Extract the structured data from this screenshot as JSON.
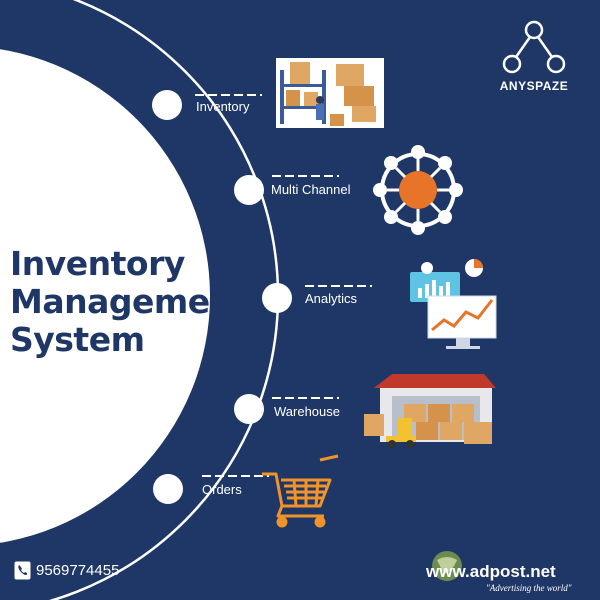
{
  "title": {
    "line1": "Inventory",
    "line2": "Management",
    "line3": "System"
  },
  "items": [
    {
      "label": "Inventory",
      "icon": "shelves-boxes-icon"
    },
    {
      "label": "Multi Channel",
      "icon": "hub-network-icon"
    },
    {
      "label": "Analytics",
      "icon": "analytics-chart-icon"
    },
    {
      "label": "Warehouse",
      "icon": "warehouse-forklift-icon"
    },
    {
      "label": "Orders",
      "icon": "shopping-cart-icon"
    }
  ],
  "brand": {
    "name": "ANYSPAZE",
    "icon": "anyspaze-logo-icon"
  },
  "contact": {
    "phone": "9569774455",
    "icon": "phone-icon"
  },
  "watermark": {
    "site": "www.adpost.net",
    "tagline": "\"Advertising the world\""
  },
  "colors": {
    "background": "#1f3766",
    "circle": "#ffffff",
    "accent_orange": "#e8742a",
    "cart_orange": "#f0932b"
  }
}
